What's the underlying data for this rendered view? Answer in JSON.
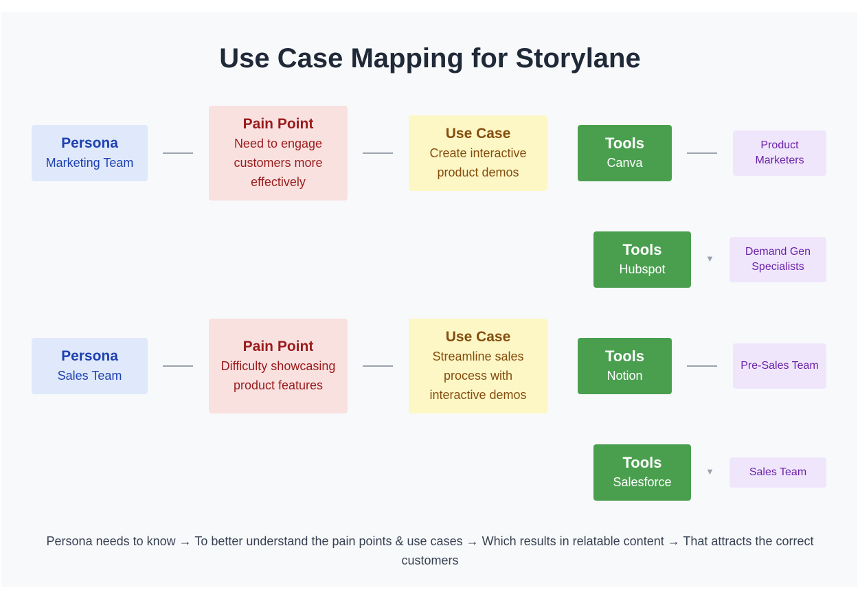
{
  "title": "Use Case Mapping for Storylane",
  "rows": [
    {
      "persona": {
        "heading": "Persona",
        "text": "Marketing Team"
      },
      "pain_point": {
        "heading": "Pain Point",
        "text": "Need to engage customers more effectively"
      },
      "use_case": {
        "heading": "Use Case",
        "text": "Create interactive product demos"
      },
      "tools": [
        {
          "heading": "Tools",
          "text": "Canva",
          "result": "Product Marketers",
          "connector": "line"
        },
        {
          "heading": "Tools",
          "text": "Hubspot",
          "result": "Demand Gen Specialists",
          "connector": "▼"
        }
      ]
    },
    {
      "persona": {
        "heading": "Persona",
        "text": "Sales Team"
      },
      "pain_point": {
        "heading": "Pain Point",
        "text": "Difficulty showcasing product features"
      },
      "use_case": {
        "heading": "Use Case",
        "text": "Streamline sales process with interactive demos"
      },
      "tools": [
        {
          "heading": "Tools",
          "text": "Notion",
          "result": "Pre-Sales Team",
          "connector": "line"
        },
        {
          "heading": "Tools",
          "text": "Salesforce",
          "result": "Sales Team",
          "connector": "▼"
        }
      ]
    }
  ],
  "footer": "Persona needs to know → To better understand the pain points & use cases → Which results in relatable content → That attracts the correct customers",
  "colors": {
    "persona_bg": "#dfe9fb",
    "persona_text": "#1e40af",
    "pain_bg": "#f9e1e0",
    "pain_text": "#991b1b",
    "usecase_bg": "#fdf7c6",
    "usecase_text": "#854d0e",
    "tools_bg": "#4a9f4f",
    "result_bg": "#efe6fc",
    "result_text": "#6b21a8",
    "connector": "#9ca3af"
  }
}
